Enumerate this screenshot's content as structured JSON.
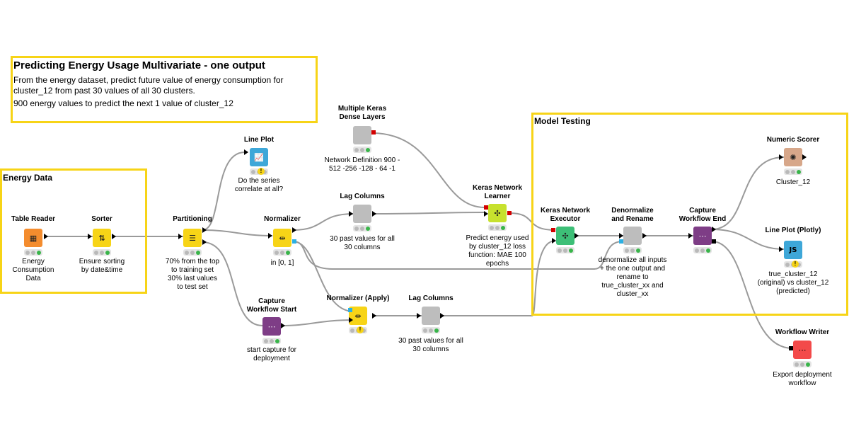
{
  "description": {
    "title": "Predicting Energy Usage Multivariate - one output",
    "line1": "From the energy dataset, predict future value of energy consumption for cluster_12 from past 30 values of all 30 clusters.",
    "line2": "900 energy values to predict the next 1 value of cluster_12"
  },
  "groups": {
    "energy_data": "Energy Data",
    "model_testing": "Model Testing"
  },
  "nodes": {
    "table_reader": {
      "label": "Table Reader",
      "comment": "Energy Consumption Data"
    },
    "sorter": {
      "label": "Sorter",
      "comment": "Ensure  sorting by date&time"
    },
    "partitioning": {
      "label": "Partitioning",
      "comment": "70% from the top to training set 30% last values to test set"
    },
    "line_plot": {
      "label": "Line Plot",
      "comment": "Do the series correlate at all?"
    },
    "normalizer": {
      "label": "Normalizer",
      "comment": "in [0, 1]"
    },
    "capture_start": {
      "label": "Capture Workflow Start",
      "comment": "start capture for deployment"
    },
    "dense_layers": {
      "label": "Multiple Keras Dense Layers",
      "comment": "Network Definition 900 - 512 -256 -128 - 64 -1"
    },
    "lag_columns_1": {
      "label": "Lag Columns",
      "comment": "30 past values for all 30 columns"
    },
    "normalizer_apply": {
      "label": "Normalizer (Apply)",
      "comment": ""
    },
    "lag_columns_2": {
      "label": "Lag Columns",
      "comment": "30 past values for all 30 columns"
    },
    "keras_learner": {
      "label": "Keras Network Learner",
      "comment": "Predict energy used by cluster_12 loss function: MAE 100 epochs"
    },
    "keras_executor": {
      "label": "Keras Network Executor",
      "comment": ""
    },
    "denormalize": {
      "label": "Denormalize and Rename",
      "comment": "denormalize all inputs + the one output and rename to true_cluster_xx and cluster_xx"
    },
    "capture_end": {
      "label": "Capture Workflow End",
      "comment": ""
    },
    "numeric_scorer": {
      "label": "Numeric Scorer",
      "comment": "Cluster_12"
    },
    "line_plot_plotly": {
      "label": "Line Plot (Plotly)",
      "comment": "true_cluster_12 (original) vs cluster_12 (predicted)"
    },
    "workflow_writer": {
      "label": "Workflow Writer",
      "comment": "Export deployment workflow"
    }
  },
  "colors": {
    "annotation_border": "#f7d417",
    "source": "#f48c2e",
    "manipulator": "#f7d417",
    "visualizer": "#3ea7d8",
    "learner": "#c7e12e",
    "predictor": "#3dbf77",
    "meta": "#bdbdbd",
    "capture": "#7e3d86",
    "scorer": "#d7a78a",
    "writer": "#f34a4a",
    "wire": "#9a9a9a"
  },
  "icons": {
    "table_reader": "table-icon",
    "sorter": "sort-arrows-icon",
    "partitioning": "partition-icon",
    "line_plot": "line-chart-icon",
    "normalizer": "normalize-icon",
    "capture": "capture-icon",
    "keras": "neural-network-icon",
    "scorer": "scorer-icon",
    "js": "javascript-icon",
    "writer": "workflow-writer-icon"
  }
}
